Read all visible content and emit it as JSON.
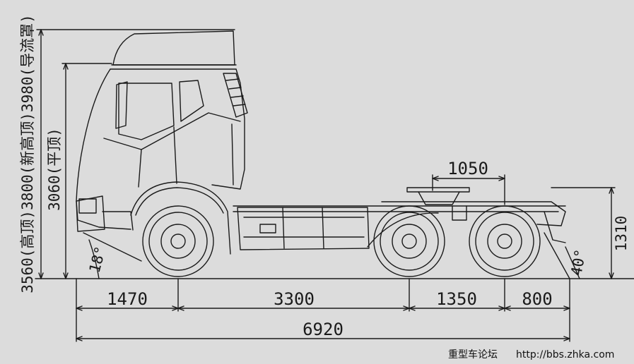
{
  "dimensions": {
    "front_overhang": "1470",
    "wheelbase_1": "3300",
    "wheelbase_2": "1350",
    "rear_overhang": "800",
    "overall_length": "6920",
    "fifth_wheel_offset": "1050",
    "fifth_wheel_height": "1310",
    "height_flat_roof": "3060(平顶)",
    "heights_combined": "3560(高顶)3800(新高顶)3980(导流罩)"
  },
  "angles": {
    "approach": "18°",
    "departure": "40°"
  },
  "watermark": {
    "site_name": "重型车论坛",
    "url": "http://bbs.zhka.com"
  },
  "colors": {
    "background": "#dcdcdc",
    "line": "#1a1a1a"
  }
}
